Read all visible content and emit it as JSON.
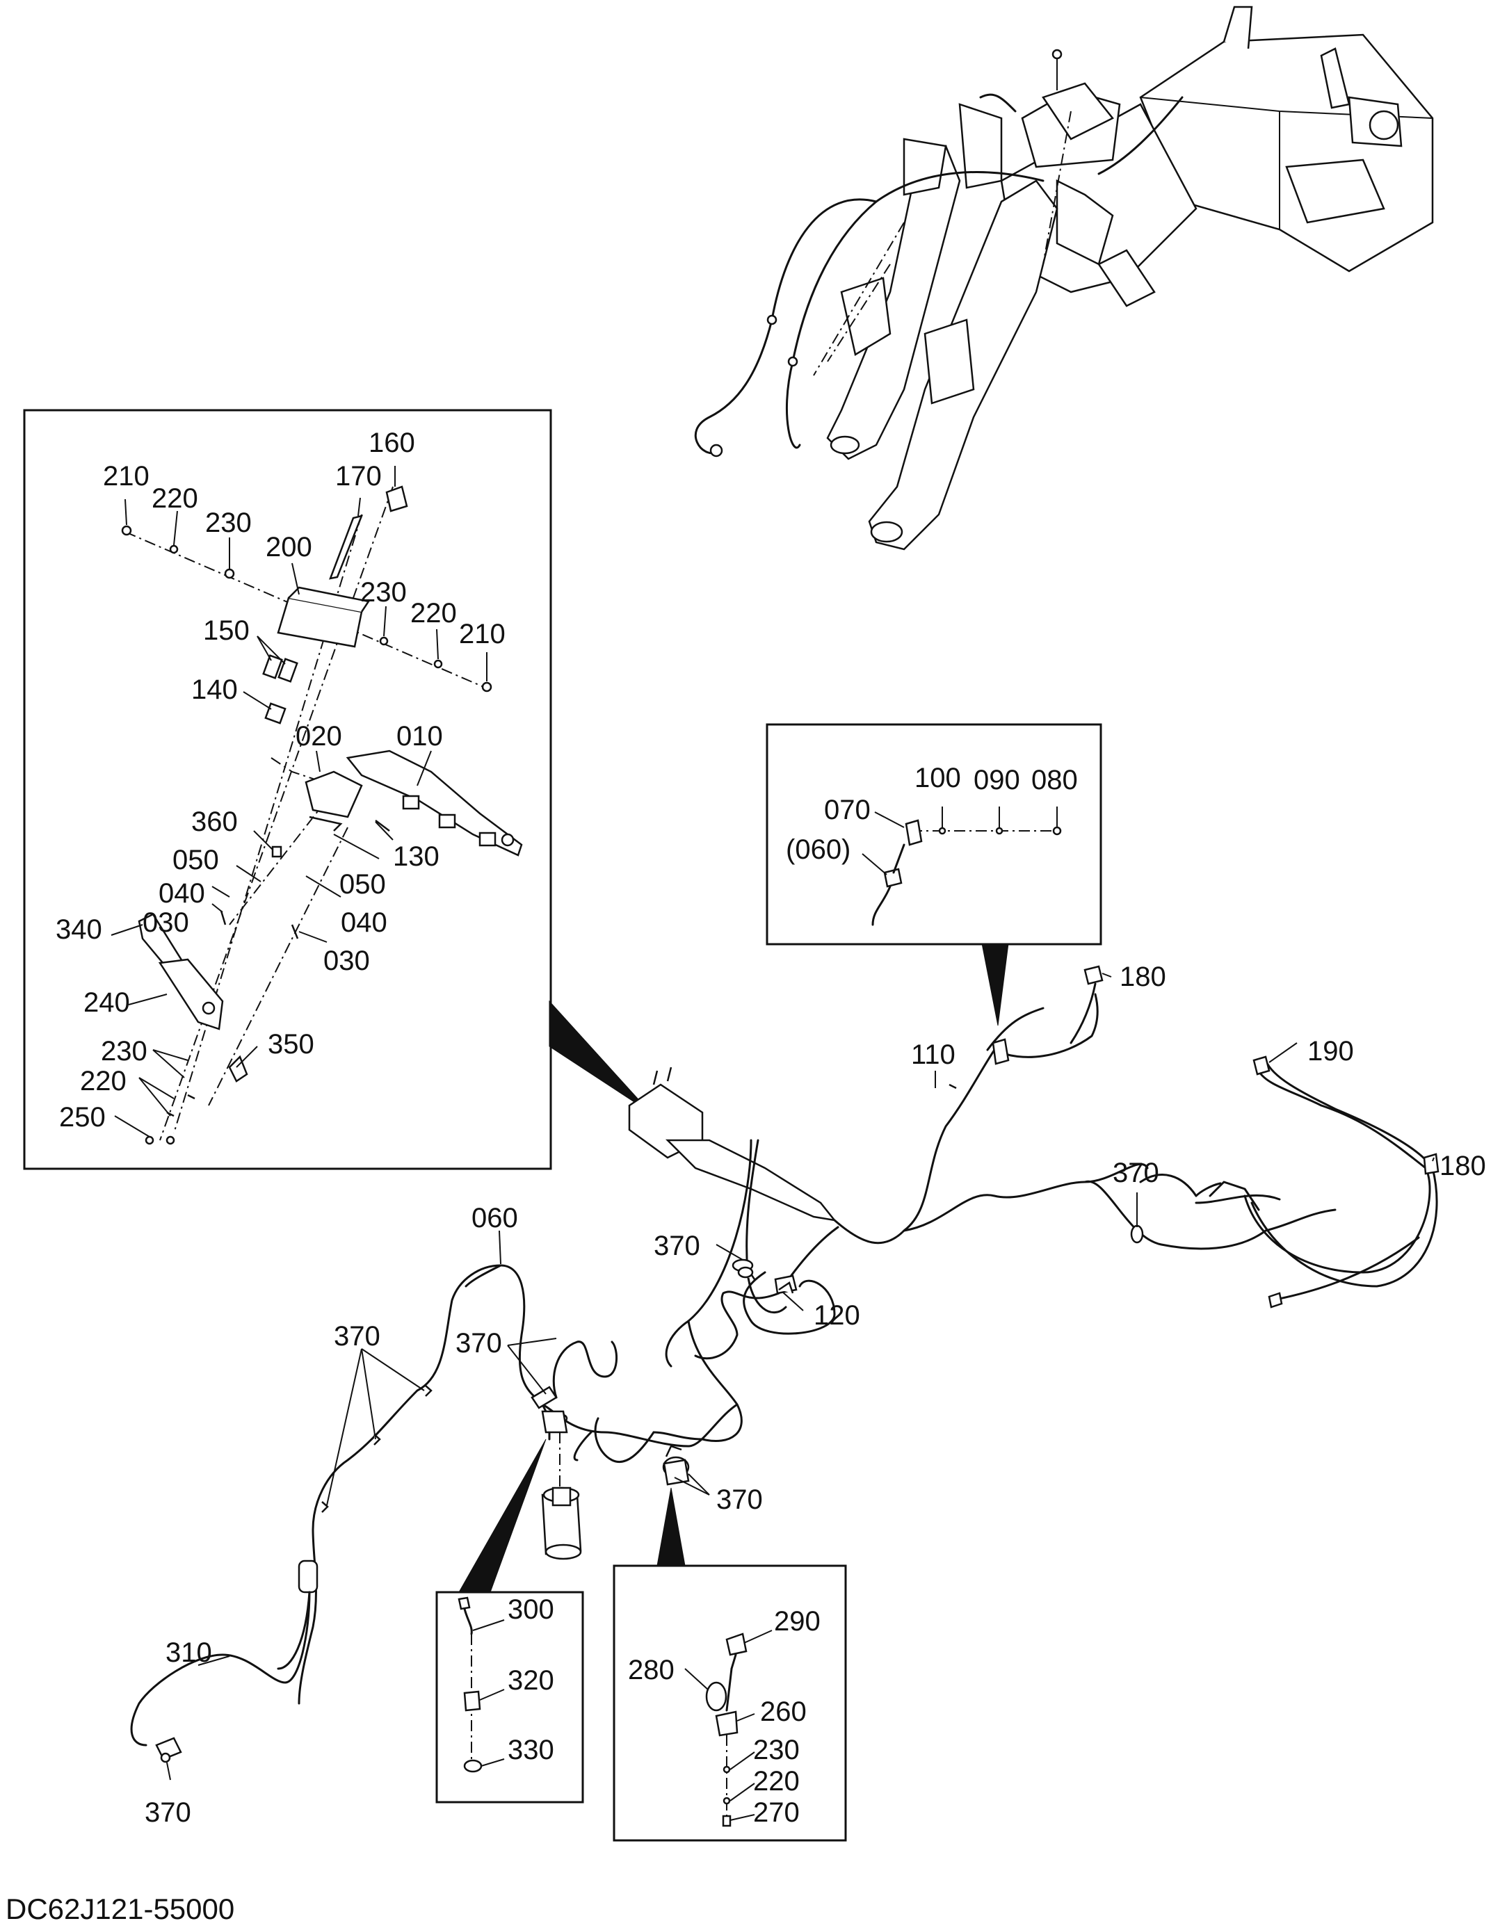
{
  "drawing_code": "DC62J121-55000",
  "labels": {
    "l160": "160",
    "l170": "170",
    "l210a": "210",
    "l220a": "220",
    "l230a": "230",
    "l200": "200",
    "l230b": "230",
    "l220b": "220",
    "l210b": "210",
    "l150": "150",
    "l140": "140",
    "l020": "020",
    "l010": "010",
    "l360": "360",
    "l050a": "050",
    "l130": "130",
    "l040a": "040",
    "l050b": "050",
    "l030a": "030",
    "l040b": "040",
    "l340": "340",
    "l030b": "030",
    "l240": "240",
    "l230c": "230",
    "l350": "350",
    "l220c": "220",
    "l250": "250",
    "l100": "100",
    "l090": "090",
    "l080": "080",
    "l070": "070",
    "l060p": "(060)",
    "l180a": "180",
    "l110": "110",
    "l190": "190",
    "l180b": "180",
    "l370a": "370",
    "l370b": "370",
    "l120": "120",
    "l060": "060",
    "l370c": "370",
    "l370d": "370",
    "l370e": "370",
    "l310": "310",
    "l370f": "370",
    "l300": "300",
    "l320": "320",
    "l330": "330",
    "l290": "290",
    "l280": "280",
    "l260": "260",
    "l230d": "230",
    "l220d": "220",
    "l270": "270"
  }
}
